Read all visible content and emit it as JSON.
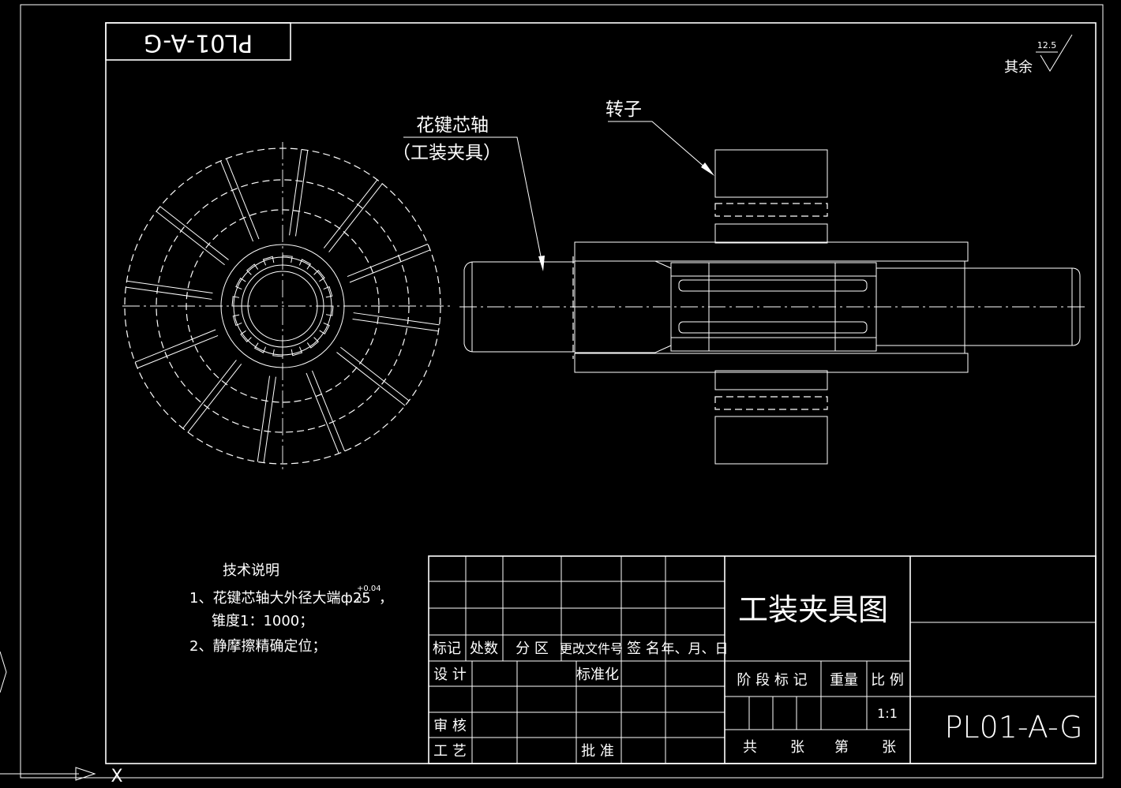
{
  "drawing_number": "PL01-A-G",
  "roughness": {
    "value": "12.5",
    "label": "其余"
  },
  "callouts": {
    "mandrel_line1": "花键芯轴",
    "mandrel_line2": "（工装夹具）",
    "rotor": "转子"
  },
  "tech_notes": {
    "title": "技术说明",
    "line1": "1、花键芯轴大外径大端ф25",
    "tol_upper": "+0.04",
    "tol_lower": "0",
    "line1_end": "，",
    "line2": "锥度1：1000；",
    "line3": "2、静摩擦精确定位；"
  },
  "title_block": {
    "drawing_title": "工装夹具图",
    "headers": [
      "标记",
      "处数",
      "分 区",
      "更改文件号",
      "签 名",
      "年、月、日"
    ],
    "design": "设 计",
    "standardization": "标准化",
    "review": "审 核",
    "process": "工 艺",
    "approve": "批 准",
    "stage_mark": "阶 段 标 记",
    "weight": "重量",
    "scale_label": "比 例",
    "scale_value": "1:1",
    "sheets_total": "共",
    "sheets_unit1": "张",
    "sheet_no": "第",
    "sheets_unit2": "张",
    "drawing_code": "PL01-A-G"
  },
  "axis_marker": "X"
}
